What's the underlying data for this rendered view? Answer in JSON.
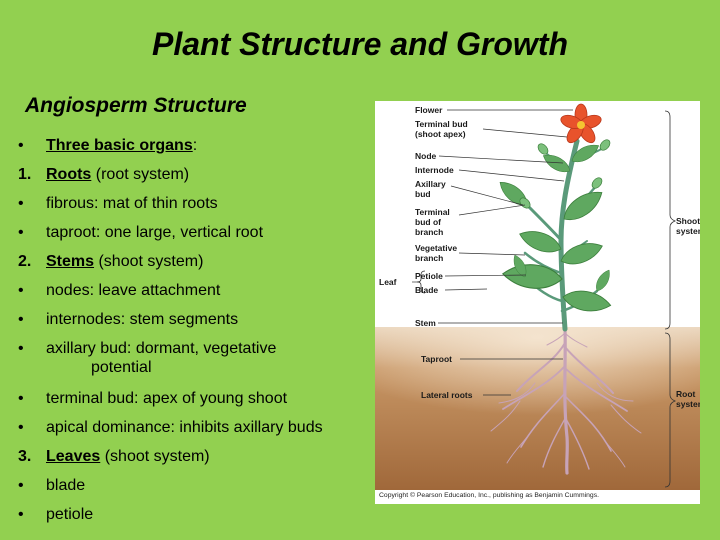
{
  "title": "Plant Structure and Growth",
  "subtitle": "Angiosperm  Structure",
  "bullets": [
    {
      "marker": "•",
      "head": "Three basic organs",
      "rest": ":"
    },
    {
      "marker": "1.",
      "head": "Roots",
      "rest": " (root system)"
    },
    {
      "marker": "•",
      "text": "fibrous: mat of thin roots"
    },
    {
      "marker": "•",
      "text": "taproot: one large, vertical root"
    },
    {
      "marker": "2.",
      "head": "Stems",
      "rest": " (shoot system)"
    },
    {
      "marker": "•",
      "text": "nodes: leave attachment"
    },
    {
      "marker": "•",
      "text": "internodes: stem segments"
    },
    {
      "marker": "•",
      "text": "axillary bud: dormant, vegetative",
      "cont": "potential"
    },
    {
      "marker": "•",
      "text": "terminal bud: apex of young shoot"
    },
    {
      "marker": "•",
      "text": "apical dominance: inhibits axillary buds"
    },
    {
      "marker": "3.",
      "head": "Leaves",
      "rest": " (shoot system)"
    },
    {
      "marker": "•",
      "text": "blade"
    },
    {
      "marker": "•",
      "text": "petiole"
    }
  ],
  "figure": {
    "labels": {
      "flower": "Flower",
      "terminal_bud_1": "Terminal bud",
      "terminal_bud_2": "(shoot apex)",
      "node": "Node",
      "internode": "Internode",
      "axillary_1": "Axillary",
      "axillary_2": "bud",
      "tbb_1": "Terminal",
      "tbb_2": "bud of",
      "tbb_3": "branch",
      "veg_1": "Vegetative",
      "veg_2": "branch",
      "petiole": "Petiole",
      "blade": "Blade",
      "leaf": "Leaf",
      "stem": "Stem",
      "taproot": "Taproot",
      "lateral_roots": "Lateral roots",
      "shoot_1": "Shoot",
      "shoot_2": "system",
      "root_1": "Root",
      "root_2": "system"
    },
    "copyright": "Copyright © Pearson Education, Inc., publishing as Benjamin Cummings.",
    "colors": {
      "soil": "#a8703e",
      "stem": "#5a9a7a",
      "leaf": "#5fa860",
      "flower": "#e8532c",
      "root": "#c7a3b8"
    }
  }
}
